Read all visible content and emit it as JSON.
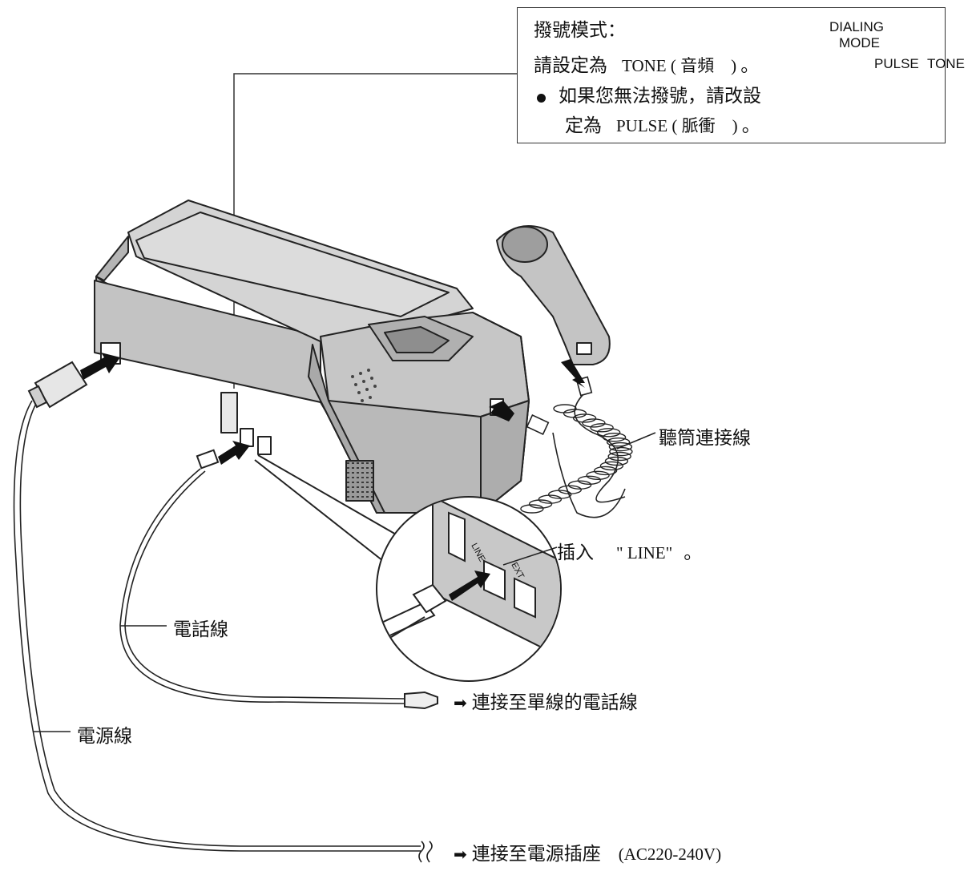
{
  "dialing_box": {
    "heading": "撥號模式：",
    "line1_a": "請設定為",
    "line1_b": "TONE ( 音頻　)",
    "line1_c": "。",
    "line2": "如果您無法撥號，請改設",
    "line3_a": "定為",
    "line3_b": "PULSE ( 脈衝　)",
    "line3_c": "。",
    "switch_title_1": "DIALING",
    "switch_title_2": "MODE",
    "switch_pulse": "PULSE",
    "switch_tone": "TONE"
  },
  "labels": {
    "handset_cord": "聽筒連接線",
    "insert_a": "插入",
    "insert_b": "\" LINE\"",
    "insert_c": "。",
    "phone_line": "電話線",
    "power_cord": "電源線",
    "connect_single_line": "連接至單線的電話線",
    "connect_outlet_a": "連接至電源插座",
    "connect_outlet_b": "(AC220-240V)",
    "zoom_line": "LINE",
    "zoom_ext": "EXT"
  },
  "colors": {
    "ink": "#111111",
    "body_fill": "#c9c9c9",
    "body_shadow": "#8f8f8f",
    "body_light": "#e2e2e2"
  }
}
